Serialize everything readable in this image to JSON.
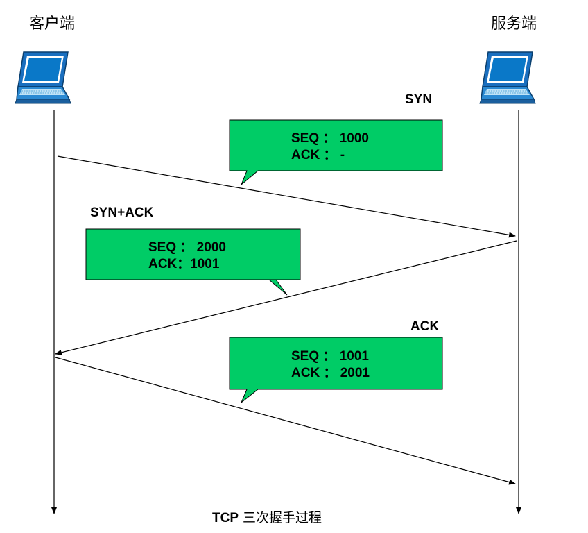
{
  "actors": {
    "client": "客户端",
    "server": "服务端"
  },
  "icons": {
    "client": "laptop-icon",
    "server": "laptop-icon"
  },
  "messages": [
    {
      "label": "SYN",
      "line1": "SEQ ： 1000",
      "line2": "ACK ： -"
    },
    {
      "label": "SYN+ACK",
      "line1": "SEQ ： 2000",
      "line2": "ACK：1001"
    },
    {
      "label": "ACK",
      "line1": "SEQ ： 1001",
      "line2": "ACK ： 2001"
    }
  ],
  "caption": {
    "bold": "TCP",
    "rest": " 三次握手过程"
  },
  "colors": {
    "bubble": "#00cc66",
    "laptop_screen": "#0a78c8",
    "laptop_keys": "#3aa0e0"
  }
}
